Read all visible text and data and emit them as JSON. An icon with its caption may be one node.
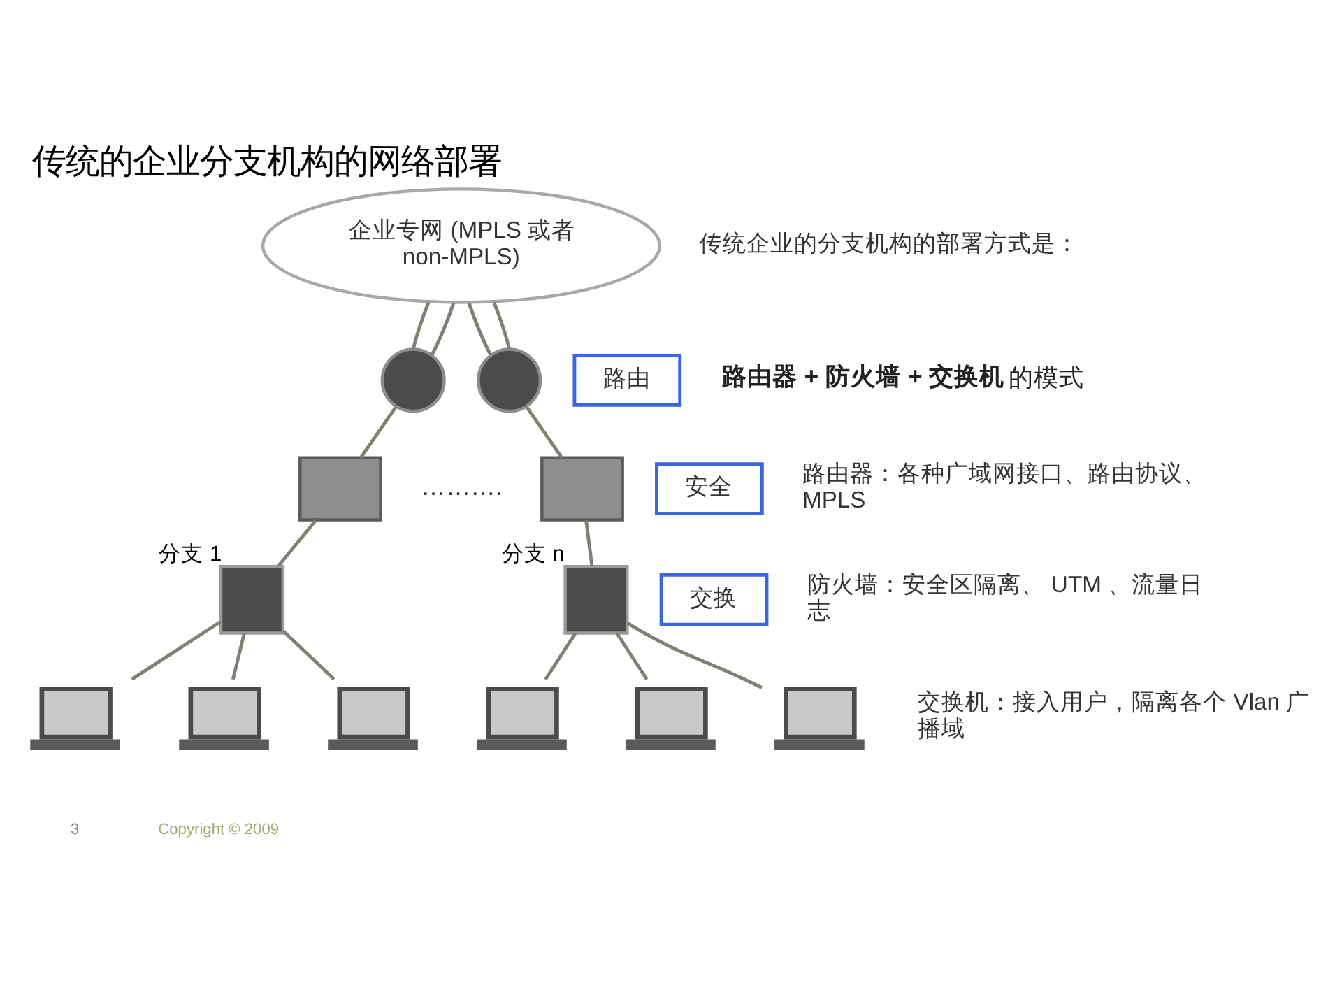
{
  "diagram": {
    "title": "传统的企业分支机构的网络部署",
    "nodes": [
      {
        "text": [
          "企业专网 (MPLS 或者 non-MPLS)"
        ]
      },
      {
        "text": [],
        "shape": "router"
      },
      {
        "text": [],
        "shape": "firewall"
      },
      {
        "text": [],
        "shape": "switch",
        "beside": [
          "分支 1"
        ]
      },
      {
        "text": [],
        "shape": "laptop"
      },
      {
        "text": [],
        "shape": "laptop"
      },
      {
        "text": [],
        "shape": "laptop"
      },
      {
        "text": [],
        "shape": "router"
      },
      {
        "text": [],
        "shape": "firewall"
      },
      {
        "text": [],
        "shape": "switch",
        "beside": [
          "分支 n"
        ]
      },
      {
        "text": [],
        "shape": "laptop"
      },
      {
        "text": [],
        "shape": "laptop"
      },
      {
        "text": [],
        "shape": "laptop"
      },
      {
        "text": [
          "路由"
        ]
      },
      {
        "text": [
          "安全"
        ]
      },
      {
        "text": [
          "交换"
        ]
      }
    ],
    "edges": [
      {
        "from": 0,
        "to": 1,
        "arrow": "none"
      },
      {
        "from": 0,
        "to": 1,
        "arrow": "none"
      },
      {
        "from": 1,
        "to": 2,
        "arrow": "none"
      },
      {
        "from": 2,
        "to": 3,
        "arrow": "none"
      },
      {
        "from": 3,
        "to": 4,
        "arrow": "none"
      },
      {
        "from": 3,
        "to": 5,
        "arrow": "none"
      },
      {
        "from": 3,
        "to": 6,
        "arrow": "none"
      },
      {
        "from": 0,
        "to": 7,
        "arrow": "none"
      },
      {
        "from": 0,
        "to": 7,
        "arrow": "none"
      },
      {
        "from": 7,
        "to": 8,
        "arrow": "none"
      },
      {
        "from": 8,
        "to": 9,
        "arrow": "none"
      },
      {
        "from": 9,
        "to": 10,
        "arrow": "none"
      },
      {
        "from": 9,
        "to": 11,
        "arrow": "none"
      },
      {
        "from": 9,
        "to": 12,
        "arrow": "none"
      }
    ],
    "labels": [
      "……….",
      "传统企业的分支机构的部署方式是：",
      "**路由器 + 防火墙 + 交换机** 的模式",
      "路由器：各种广域网接口、路由协议、 MPLS",
      "防火墙：安全区隔离、 UTM 、流量日志",
      "交换机：接入用户，隔离各个 Vlan 广播域",
      "3",
      "Copyright © 2009"
    ]
  }
}
